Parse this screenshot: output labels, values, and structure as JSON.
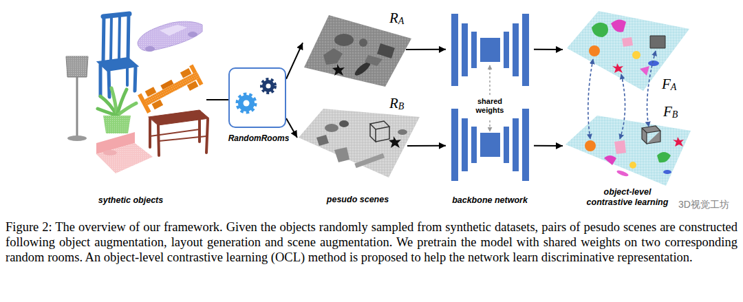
{
  "diagram": {
    "caption": "Figure 2: The overview of our framework. Given the objects randomly sampled from synthetic datasets, pairs of pesudo scenes are constructed following object augmentation, layout generation and scene augmentation. We pretrain the model with shared weights on two corresponding random rooms. An object-level contrastive learning (OCL) method is proposed to help the network learn discriminative representation.",
    "nodes": [
      {
        "text": [
          "sythetic objects"
        ]
      },
      {
        "text": [
          "RandomRooms"
        ]
      },
      {
        "text": [
          "R",
          "A"
        ]
      },
      {
        "text": [
          "R",
          "B"
        ]
      },
      {
        "text": [
          "shared weights",
          "backbone network"
        ]
      },
      {
        "text": [
          "F",
          "A"
        ]
      },
      {
        "text": [
          "F",
          "B"
        ]
      }
    ],
    "edges": [
      {
        "from": 0,
        "to": 1,
        "arrow": "none"
      },
      {
        "from": 1,
        "to": 2,
        "arrow": "to"
      },
      {
        "from": 1,
        "to": 3,
        "arrow": "to"
      },
      {
        "from": 2,
        "to": 4,
        "arrow": "to"
      },
      {
        "from": 3,
        "to": 4,
        "arrow": "to"
      },
      {
        "from": 4,
        "to": 5,
        "arrow": "to"
      },
      {
        "from": 4,
        "to": 6,
        "arrow": "to"
      }
    ],
    "labels": [
      "pesudo scenes",
      "object-level contrastive learning",
      "3D视觉工坊"
    ]
  }
}
